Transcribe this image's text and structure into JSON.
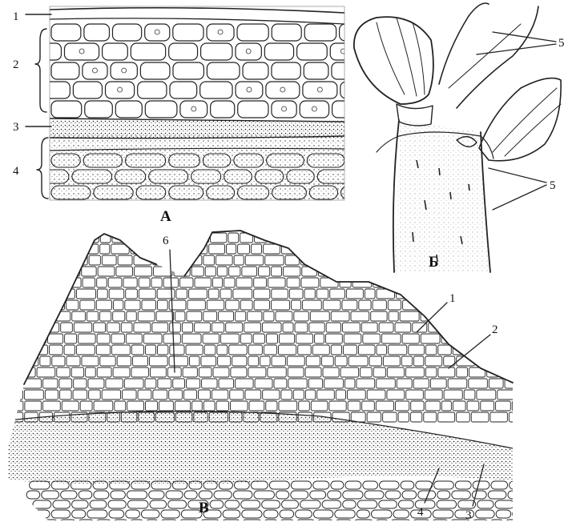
{
  "panels": {
    "a": {
      "letter": "А"
    },
    "b": {
      "letter": "Б"
    },
    "v": {
      "letter": "В"
    }
  },
  "labels_a": [
    "1",
    "2",
    "3",
    "4"
  ],
  "labels_b": [
    "5",
    "5"
  ],
  "labels_v": [
    "6",
    "1",
    "2",
    "4",
    "3"
  ]
}
